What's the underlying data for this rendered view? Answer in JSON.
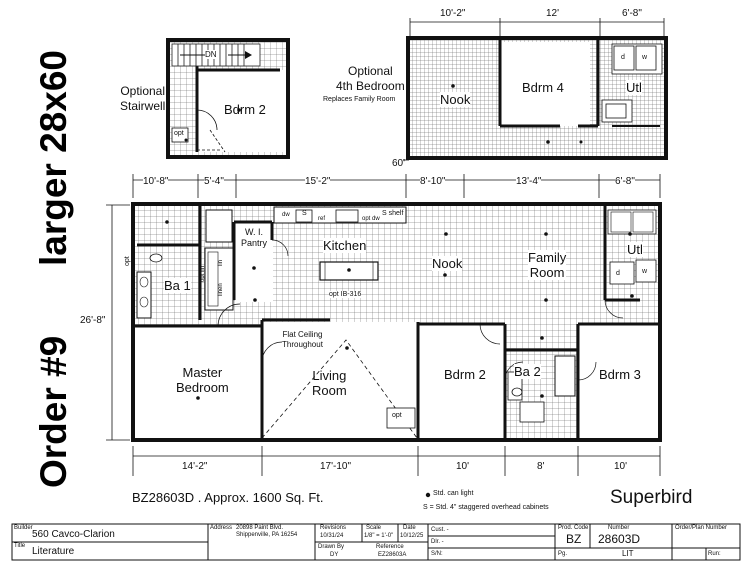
{
  "side_title": {
    "line1": "larger 28x60",
    "line2": "Order #9"
  },
  "upper_left": {
    "optional_stairwell": "Optional\nStairwell",
    "bdrm2": "Bdrm 2",
    "dn": "DN",
    "opt": "opt"
  },
  "upper_right": {
    "dims": [
      "10'-2\"",
      "12'",
      "6'-8\""
    ],
    "optional_4th_title": "Optional\n4th Bedroom",
    "replaces": "Replaces Family Room",
    "nook": "Nook",
    "bdrm4": "Bdrm 4",
    "utl": "Utl",
    "d": "d",
    "w": "w",
    "sixty": "60'"
  },
  "top_dims": [
    "10'-8\"",
    "5'-4\"",
    "15'-2\"",
    "8'-10\"",
    "13'-4\"",
    "6'-8\""
  ],
  "bottom_dims": [
    "14'-2\"",
    "17'-10\"",
    "10'",
    "8'",
    "10'"
  ],
  "side_dim": "26'-8\"",
  "rooms": {
    "wi_pantry": "W. I.\nPantry",
    "kitchen": "Kitchen",
    "nook": "Nook",
    "family_room": "Family\nRoom",
    "utl": "Utl",
    "ba1": "Ba 1",
    "master": "Master\nBedroom",
    "flat_ceiling": "Flat Ceiling\nThroughout",
    "living": "Living\nRoom",
    "bdrm2": "Bdrm 2",
    "ba2": "Ba 2",
    "bdrm3": "Bdrm 3",
    "opt_ib": "opt IB-316",
    "linen": "linen",
    "opt_lin": "opt lin",
    "lin": "lin",
    "opt": "opt",
    "s": "S",
    "s_shelf": "S shelf",
    "dw": "dw",
    "ref": "ref",
    "opt_dw": "opt dw",
    "d": "d",
    "w": "w"
  },
  "footer": {
    "model": "BZ28603D .  Approx. 1600 Sq. Ft.",
    "legend1": "Std. can light",
    "legend2": "S = Std. 4\" staggered overhead cabinets",
    "brand": "Superbird"
  },
  "title_block": {
    "builder_label": "Builder",
    "builder": "560 Cavco-Clarion",
    "title_label": "Title",
    "title": "Literature",
    "address_label": "Address",
    "address": "20898 Paint Blvd.\nShippenville, PA 16254",
    "drawn_by_label": "Drawn By",
    "drawn_by": "DY",
    "revisions_label": "Revisions",
    "revisions": "10/31/24",
    "scale_label": "Scale",
    "scale": "1/8\" = 1'-0\"",
    "date_label": "Date",
    "date": "10/12/25",
    "reference_label": "Reference",
    "reference": "EZ28603A",
    "cust_label": "Cust. -",
    "dlr_label": "Dlr. -",
    "sn_label": "S/N:",
    "prod_code_label": "Prod. Code",
    "prod_code": "BZ",
    "number_label": "Number",
    "number": "28603D",
    "order_label": "Order/Plan Number",
    "pg_label": "Pg.",
    "lit": "LIT",
    "run_label": "Run:"
  }
}
